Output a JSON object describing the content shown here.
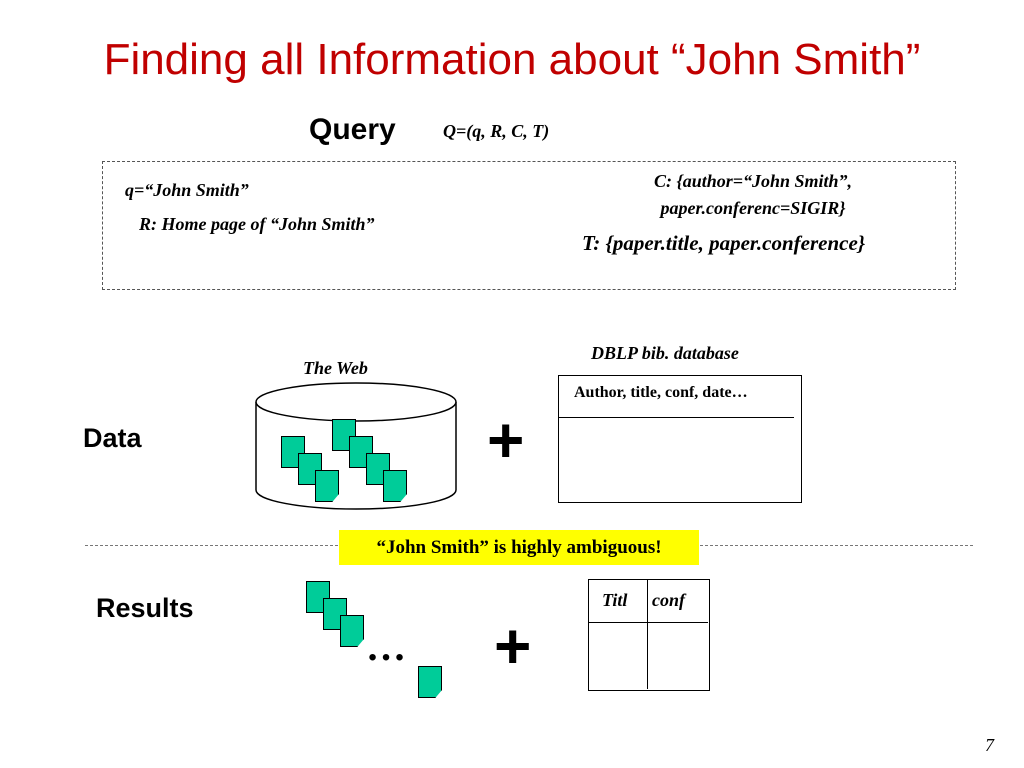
{
  "slide": {
    "title": "Finding all Information about “John Smith”",
    "page_number": "7"
  },
  "query": {
    "label": "Query",
    "formula": "Q=(q, R, C,  T)",
    "q": "q=“John Smith”",
    "r": "R:  Home page of “John Smith”",
    "c_line1": "C: {author=“John Smith”,",
    "c_line2": "paper.conferenc=SIGIR}",
    "t": "T: {paper.title, paper.conference}"
  },
  "data_section": {
    "label": "Data",
    "web_label": "The Web",
    "plus": "+",
    "db_label": "DBLP bib. database",
    "db_header": "Author, title, conf, date…"
  },
  "ambiguity_note": "“John Smith” is highly ambiguous!",
  "results_section": {
    "label": "Results",
    "ellipsis": "…",
    "plus": "+",
    "col1": "Titl",
    "col2": "conf"
  },
  "colors": {
    "title": "#c00000",
    "document_icon": "#00cc99",
    "highlight": "#ffff00"
  }
}
